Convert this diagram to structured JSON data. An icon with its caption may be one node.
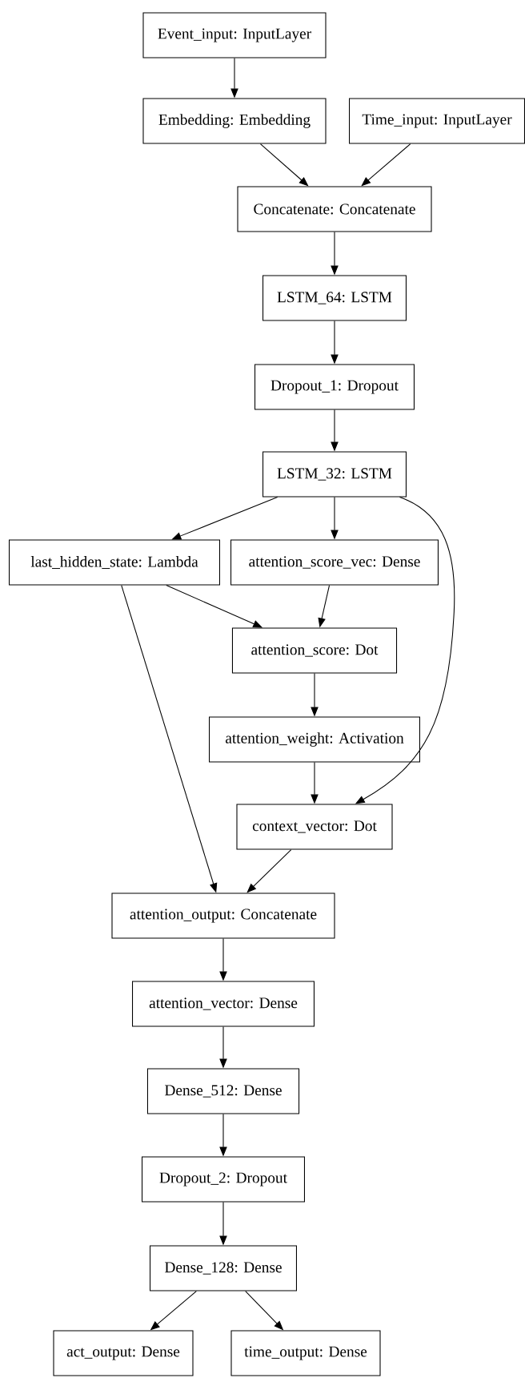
{
  "diagram": {
    "nodes": [
      {
        "text": [
          "Event_input: InputLayer"
        ]
      },
      {
        "text": [
          "Embedding: Embedding"
        ]
      },
      {
        "text": [
          "Time_input: InputLayer"
        ]
      },
      {
        "text": [
          "Concatenate: Concatenate"
        ]
      },
      {
        "text": [
          "LSTM_64: LSTM"
        ]
      },
      {
        "text": [
          "Dropout_1: Dropout"
        ]
      },
      {
        "text": [
          "LSTM_32: LSTM"
        ]
      },
      {
        "text": [
          "last_hidden_state: Lambda"
        ]
      },
      {
        "text": [
          "attention_score_vec: Dense"
        ]
      },
      {
        "text": [
          "attention_score: Dot"
        ]
      },
      {
        "text": [
          "attention_weight: Activation"
        ]
      },
      {
        "text": [
          "context_vector: Dot"
        ]
      },
      {
        "text": [
          "attention_output: Concatenate"
        ]
      },
      {
        "text": [
          "attention_vector: Dense"
        ]
      },
      {
        "text": [
          "Dense_512: Dense"
        ]
      },
      {
        "text": [
          "Dropout_2: Dropout"
        ]
      },
      {
        "text": [
          "Dense_128: Dense"
        ]
      },
      {
        "text": [
          "act_output: Dense"
        ]
      },
      {
        "text": [
          "time_output: Dense"
        ]
      }
    ],
    "edges": [
      {
        "from": 0,
        "to": 1,
        "arrow": "to"
      },
      {
        "from": 1,
        "to": 3,
        "arrow": "to"
      },
      {
        "from": 2,
        "to": 3,
        "arrow": "to"
      },
      {
        "from": 3,
        "to": 4,
        "arrow": "to"
      },
      {
        "from": 4,
        "to": 5,
        "arrow": "to"
      },
      {
        "from": 5,
        "to": 6,
        "arrow": "to"
      },
      {
        "from": 6,
        "to": 7,
        "arrow": "to"
      },
      {
        "from": 6,
        "to": 8,
        "arrow": "to"
      },
      {
        "from": 6,
        "to": 11,
        "arrow": "to"
      },
      {
        "from": 7,
        "to": 9,
        "arrow": "to"
      },
      {
        "from": 7,
        "to": 12,
        "arrow": "to"
      },
      {
        "from": 8,
        "to": 9,
        "arrow": "to"
      },
      {
        "from": 9,
        "to": 10,
        "arrow": "to"
      },
      {
        "from": 10,
        "to": 11,
        "arrow": "to"
      },
      {
        "from": 11,
        "to": 12,
        "arrow": "to"
      },
      {
        "from": 12,
        "to": 13,
        "arrow": "to"
      },
      {
        "from": 13,
        "to": 14,
        "arrow": "to"
      },
      {
        "from": 14,
        "to": 15,
        "arrow": "to"
      },
      {
        "from": 15,
        "to": 16,
        "arrow": "to"
      },
      {
        "from": 16,
        "to": 17,
        "arrow": "to"
      },
      {
        "from": 16,
        "to": 18,
        "arrow": "to"
      }
    ]
  }
}
